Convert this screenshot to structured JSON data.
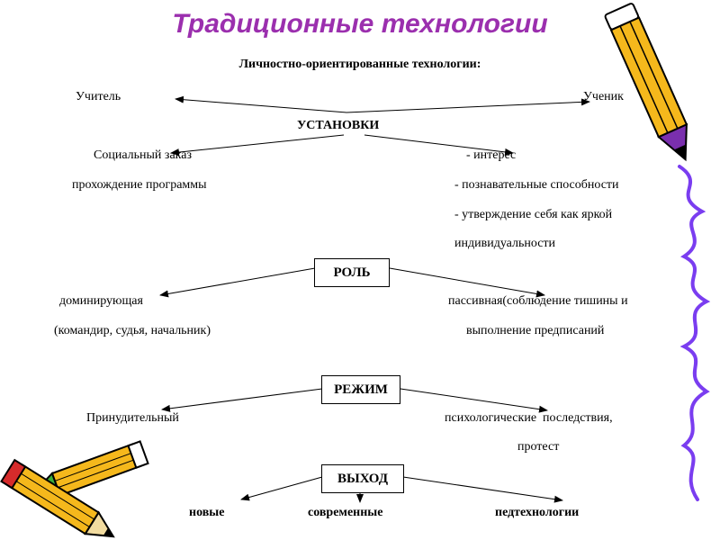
{
  "title": "Традиционные технологии",
  "subtitle": "Личностно-ориентированные технологии:",
  "teacher": "Учитель",
  "student": "Ученик",
  "section_setup": "УСТАНОВКИ",
  "setup_left": [
    "Социальный заказ",
    "прохождение программы"
  ],
  "setup_right": [
    "- интерес",
    "- познавательные способности",
    "- утверждение себя как яркой",
    "индивидуальности"
  ],
  "box_role": "РОЛЬ",
  "role_left": [
    "доминирующая",
    "(командир, судья, начальник)"
  ],
  "role_right": [
    "пассивная(соблюдение тишины и",
    "выполнение предписаний"
  ],
  "box_mode": "РЕЖИМ",
  "mode_left": "Принудительный",
  "mode_right": [
    "психологические  последствия,",
    "протест"
  ],
  "box_exit": "ВЫХОД",
  "exit_items": [
    "новые",
    "современные",
    "педтехнологии"
  ],
  "colors": {
    "title": "#9b2fae",
    "pencil_body": "#f5b81c",
    "pencil_tip": "#d62b2b",
    "pencil_eraser": "#7a2fae",
    "scribble": "#7a3df0"
  }
}
